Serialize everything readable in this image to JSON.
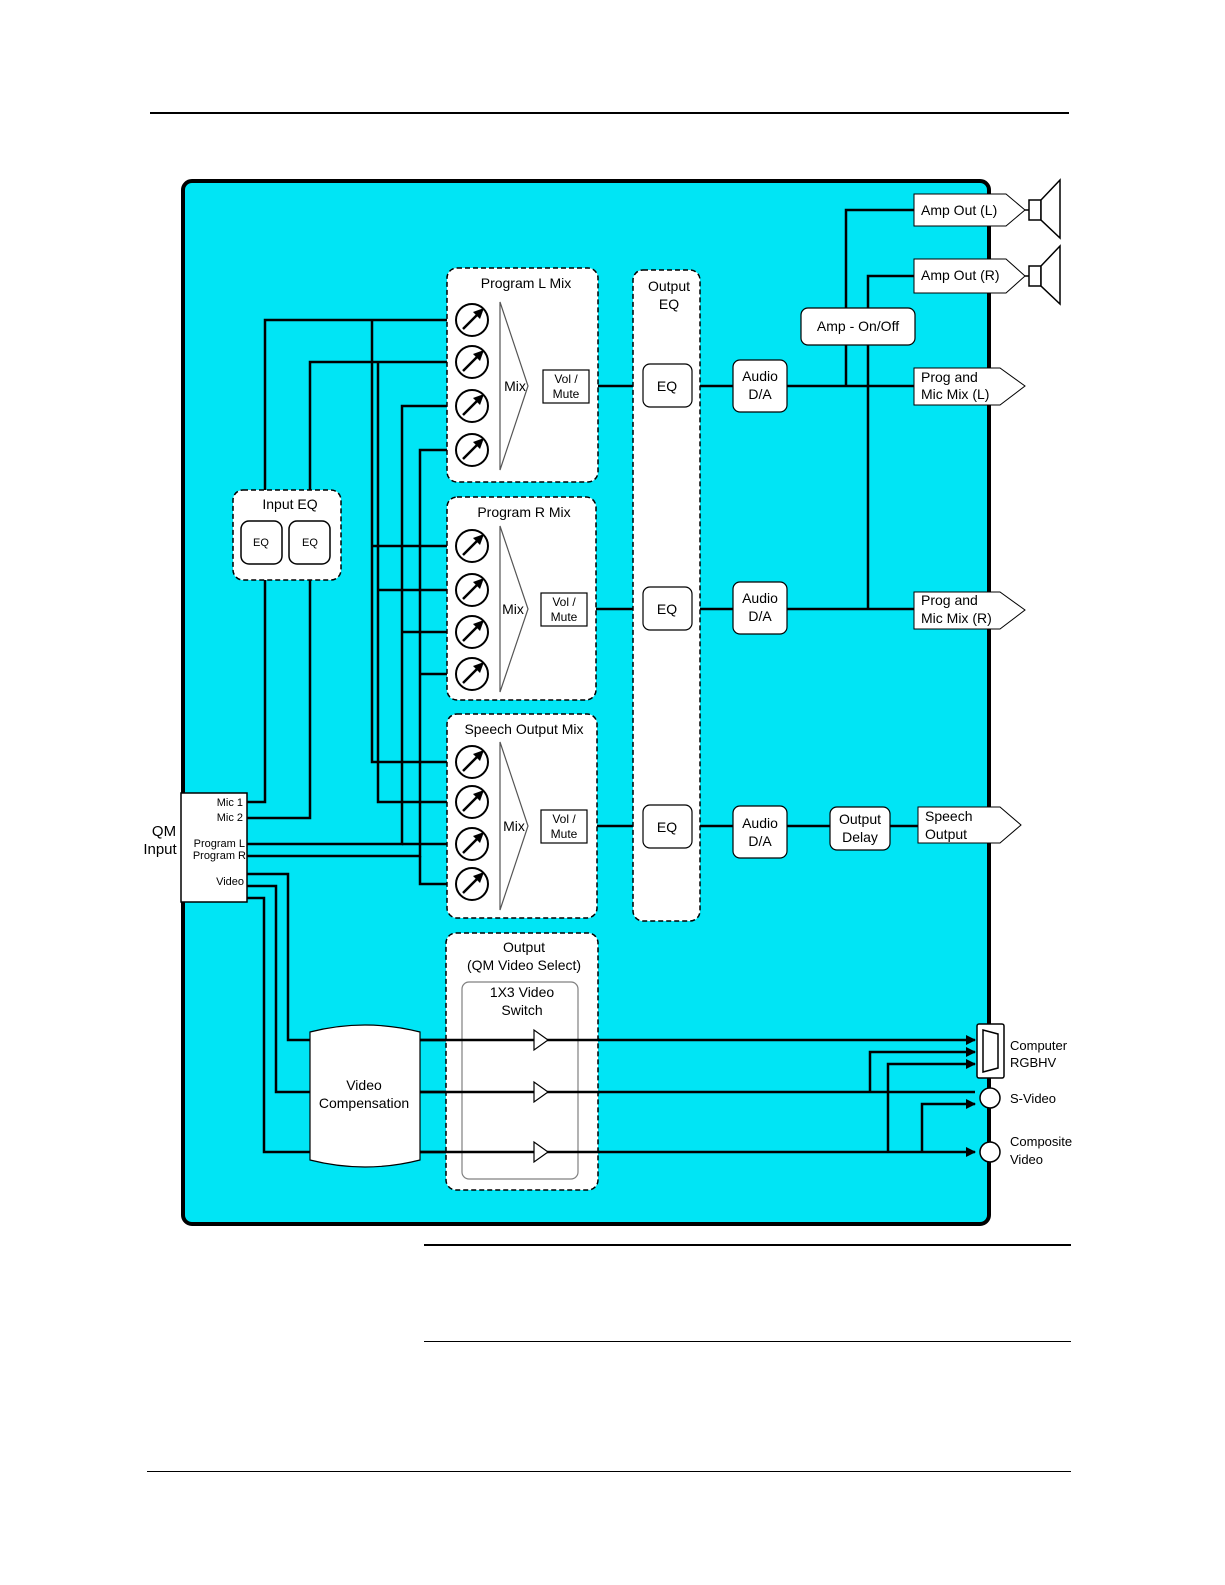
{
  "qm_input": {
    "title_line1": "QM",
    "title_line2": "Input",
    "mic1": "Mic 1",
    "mic2": "Mic 2",
    "program_l": "Program  L",
    "program_r": "Program R",
    "video": "Video"
  },
  "input_eq": {
    "title": "Input EQ",
    "eq1": "EQ",
    "eq2": "EQ"
  },
  "mixers": [
    {
      "title": "Program L Mix",
      "mix_label": "Mix",
      "vol_line1": "Vol /",
      "vol_line2": "Mute"
    },
    {
      "title": "Program R Mix",
      "mix_label": "Mix",
      "vol_line1": "Vol /",
      "vol_line2": "Mute"
    },
    {
      "title": "Speech Output Mix",
      "mix_label": "Mix",
      "vol_line1": "Vol /",
      "vol_line2": "Mute"
    }
  ],
  "output_eq": {
    "title_line1": "Output",
    "title_line2": "EQ",
    "eq_labels": [
      "EQ",
      "EQ",
      "EQ"
    ]
  },
  "audio_da": [
    {
      "line1": "Audio",
      "line2": "D/A"
    },
    {
      "line1": "Audio",
      "line2": "D/A"
    },
    {
      "line1": "Audio",
      "line2": "D/A"
    }
  ],
  "amp_control": "Amp - On/Off",
  "output_delay": {
    "line1": "Output",
    "line2": "Delay"
  },
  "audio_outputs": {
    "amp_out_l": "Amp Out (L)",
    "amp_out_r": "Amp Out (R)",
    "prog_mix_l_line1": "Prog and",
    "prog_mix_l_line2": "Mic Mix (L)",
    "prog_mix_r_line1": "Prog and",
    "prog_mix_r_line2": "Mic Mix (R)",
    "speech_line1": "Speech",
    "speech_line2": "Output"
  },
  "video_section": {
    "output_line1": "Output",
    "output_line2": "(QM Video Select)",
    "switch_line1": "1X3 Video",
    "switch_line2": "Switch",
    "compensation_line1": "Video",
    "compensation_line2": "Compensation"
  },
  "video_outputs": {
    "computer_line1": "Computer",
    "computer_line2": "RGBHV",
    "svideo": "S-Video",
    "composite_line1": "Composite",
    "composite_line2": "Video"
  },
  "colors": {
    "panel": "#00e5f5",
    "line": "#000000",
    "box": "#ffffff",
    "switch_inner": "#808080"
  },
  "icons": [
    "speaker-icon",
    "knob-icon",
    "buffer-triangle-icon",
    "vga-connector-icon",
    "rca-jack-icon"
  ]
}
